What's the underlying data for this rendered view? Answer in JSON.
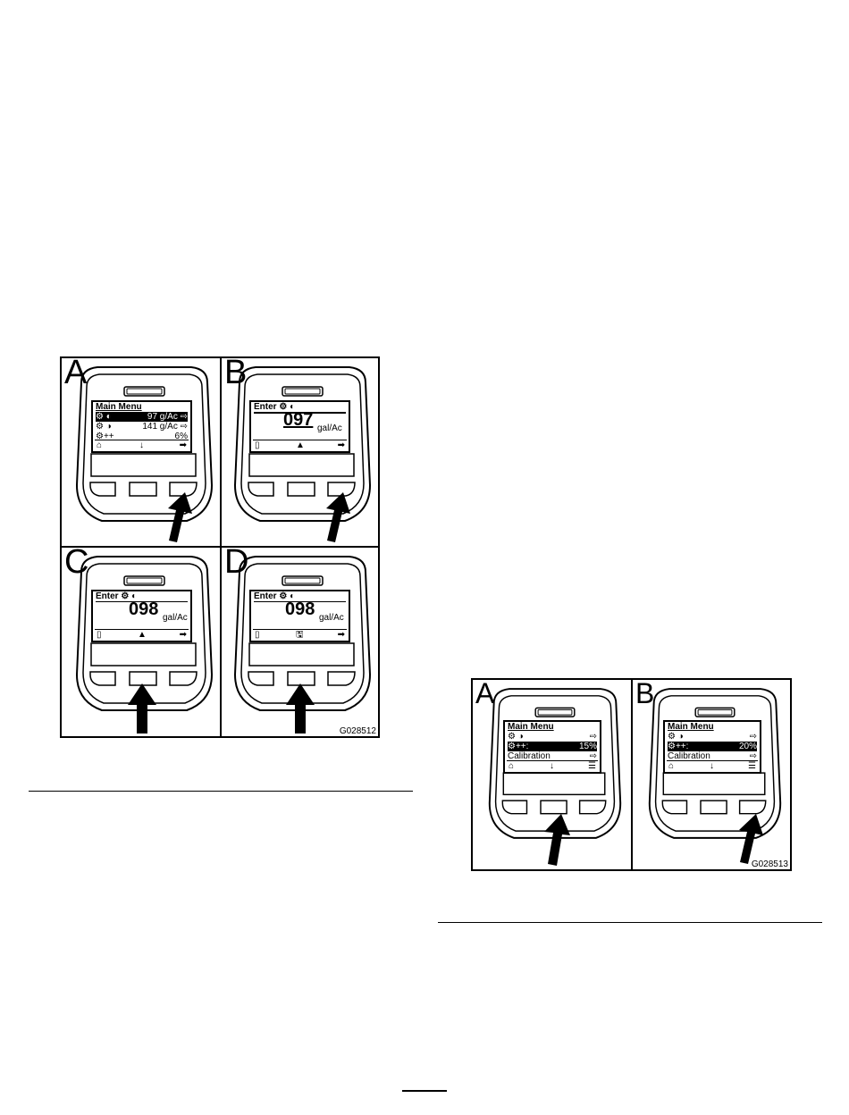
{
  "figure1": {
    "code": "G028512",
    "panels": [
      {
        "letter": "A",
        "title": "Main Menu",
        "rows": [
          {
            "label": "⚙ ◐",
            "value": "97 g/Ac",
            "icon": "right-arrow-icon",
            "highlight": true
          },
          {
            "label": "⚙ ◑",
            "value": "141 g/Ac",
            "icon": "right-arrow-icon",
            "highlight": false
          },
          {
            "label": "⚙++",
            "value": "6%",
            "icon": "",
            "highlight": false
          }
        ],
        "bar": {
          "left": "⌂",
          "mid": "↓",
          "right": "➡"
        }
      },
      {
        "letter": "B",
        "title": "Enter",
        "number": "097",
        "unit": "gal/Ac",
        "bar": {
          "left": "▯",
          "mid": "▲",
          "right": "➡"
        }
      },
      {
        "letter": "C",
        "title": "Enter",
        "number": "098",
        "unit": "gal/Ac",
        "bar": {
          "left": "▯",
          "mid": "▲",
          "right": "➡"
        }
      },
      {
        "letter": "D",
        "title": "Enter",
        "number": "098",
        "unit": "gal/Ac",
        "bar": {
          "left": "▯",
          "mid": "🖫",
          "right": "➡"
        }
      }
    ]
  },
  "figure2": {
    "code": "G028513",
    "panels": [
      {
        "letter": "A",
        "title": "Main Menu",
        "rows": [
          {
            "label": "⚙ ◑",
            "value": "",
            "highlight": false
          },
          {
            "label": "⚙++:",
            "value": "15%",
            "highlight": true
          },
          {
            "label": "Calibration",
            "value": "",
            "highlight": false
          }
        ],
        "bar": {
          "left": "⌂",
          "mid": "↓",
          "right": "☰"
        }
      },
      {
        "letter": "B",
        "title": "Main Menu",
        "rows": [
          {
            "label": "⚙ ◑",
            "value": "",
            "highlight": false
          },
          {
            "label": "⚙++:",
            "value": "20%",
            "highlight": true
          },
          {
            "label": "Calibration",
            "value": "",
            "highlight": false
          }
        ],
        "bar": {
          "left": "⌂",
          "mid": "↓",
          "right": "☰"
        }
      }
    ]
  }
}
